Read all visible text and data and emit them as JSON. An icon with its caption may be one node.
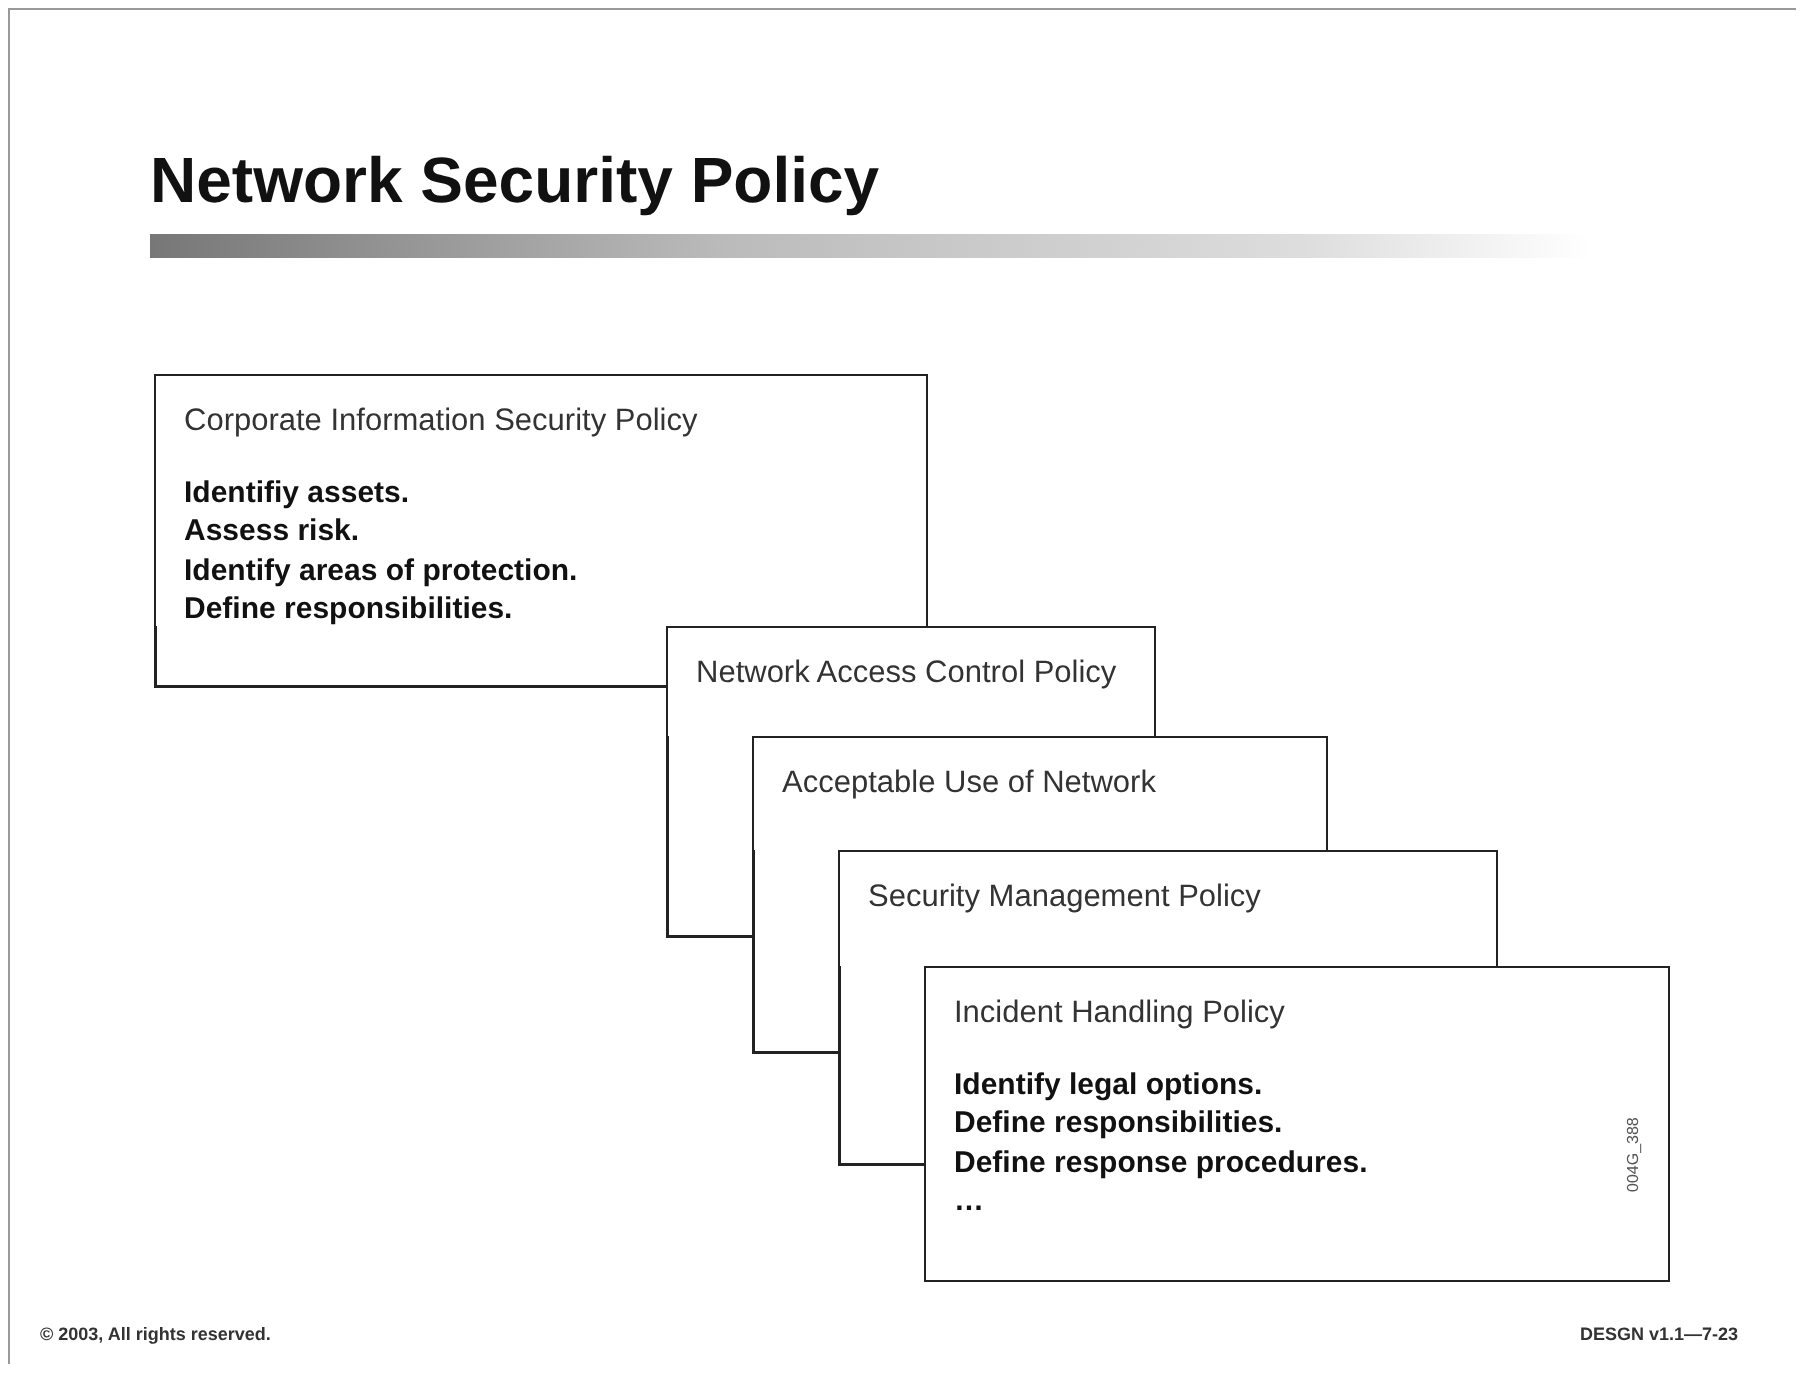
{
  "diagram": {
    "title": "Network Security Policy",
    "nodes": [
      {
        "text": [
          "Corporate Information Security Policy",
          "Identifiy assets. Assess risk. Identify areas of protection. Define responsibilities."
        ]
      },
      {
        "text": [
          "Network Access Control Policy"
        ]
      },
      {
        "text": [
          "Acceptable Use of Network"
        ]
      },
      {
        "text": [
          "Security Management Policy"
        ]
      },
      {
        "text": [
          "Incident Handling Policy",
          "Identify legal options. Define responsibilities. Define response procedures. …"
        ]
      }
    ],
    "edges": [],
    "labels": [
      "004G_388",
      "© 2003, All rights reserved.",
      "DESGN v1.1—7-23"
    ]
  }
}
